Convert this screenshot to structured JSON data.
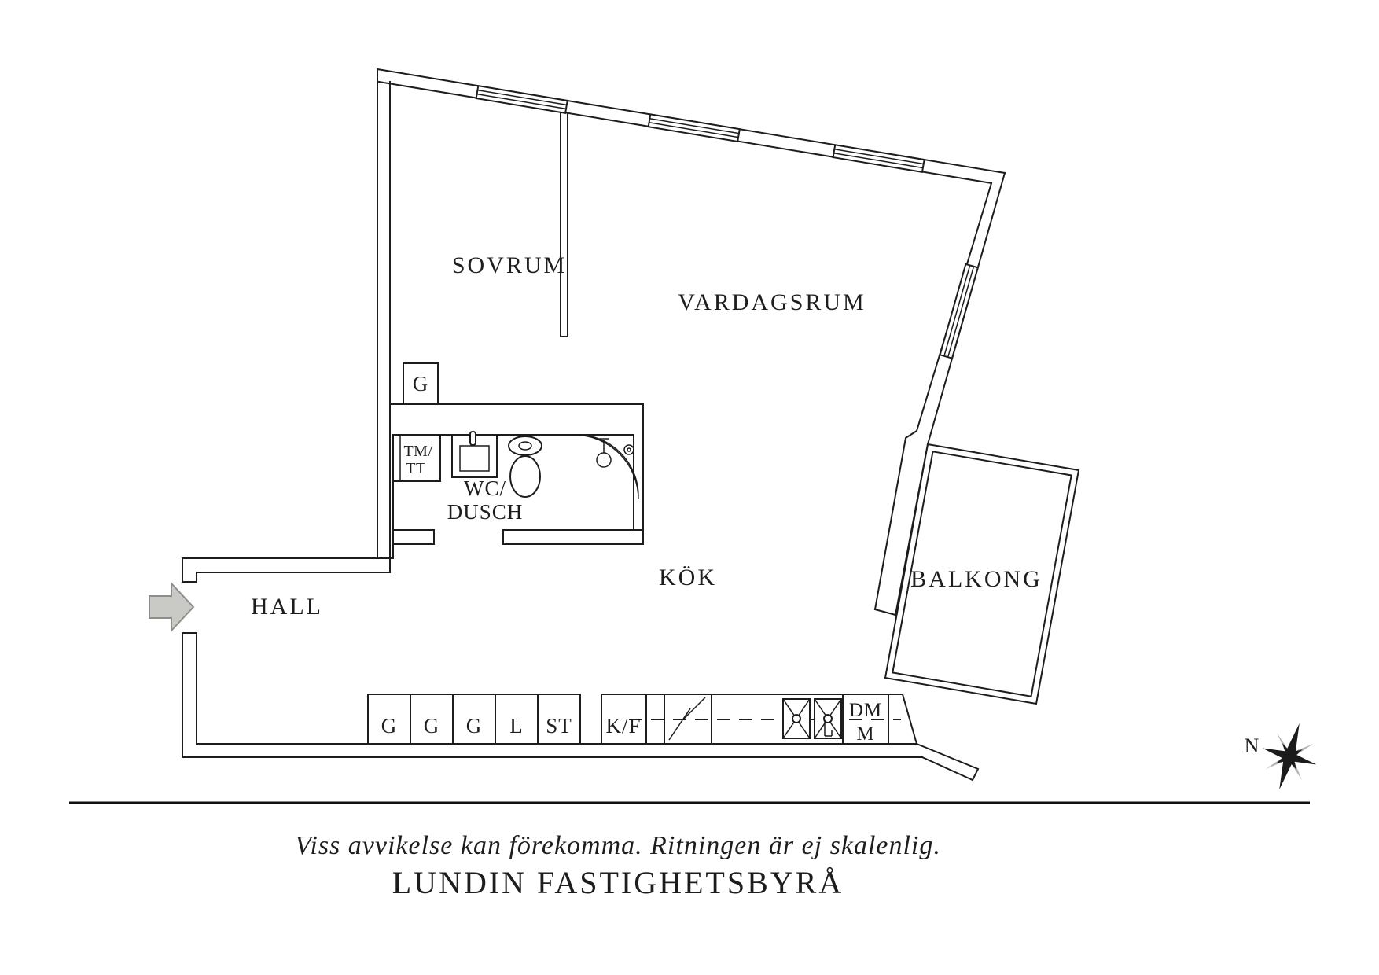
{
  "plan": {
    "room_labels": {
      "sovrum": "SOVRUM",
      "vardagsrum": "VARDAGSRUM",
      "wc_line1": "WC/",
      "wc_line2": "DUSCH",
      "hall": "HALL",
      "kok": "KÖK",
      "balkong": "BALKONG"
    },
    "fixture_labels": {
      "wardrobe": "G",
      "washer_line1": "TM/",
      "washer_line2": "TT",
      "cabinets": [
        "G",
        "G",
        "G",
        "L",
        "ST"
      ],
      "fridge_freezer": "K/F",
      "dishwasher": "DM",
      "micro": "M"
    },
    "compass_north": "N"
  },
  "footer": {
    "disclaimer": "Viss avvikelse kan förekomma. Ritningen är ej skalenlig.",
    "brand": "LUNDIN FASTIGHETSBYRÅ"
  },
  "colors": {
    "line": "#1d1d1b",
    "arrow_fill": "#c9c9c6",
    "arrow_stroke": "#8e8e8b",
    "compass_gray": "#b4b4b2"
  }
}
